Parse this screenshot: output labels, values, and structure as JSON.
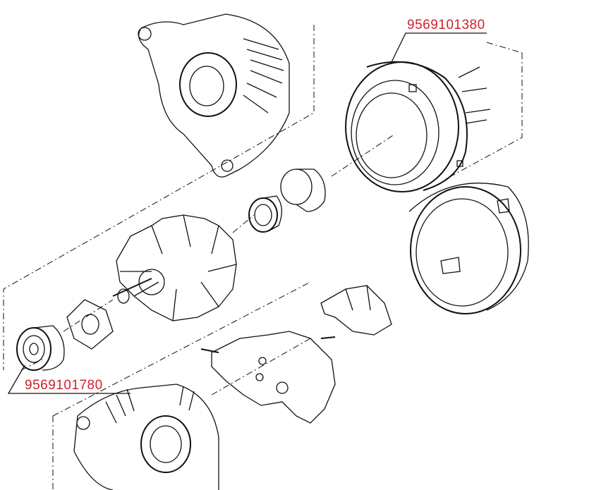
{
  "diagram": {
    "title": "Alternator exploded view",
    "part_labels": [
      {
        "id": "stator",
        "number": "9569101380"
      },
      {
        "id": "rear-bearing",
        "number": "9569101780"
      }
    ],
    "colors": {
      "label": "#d0202a",
      "line": "#111111"
    }
  }
}
